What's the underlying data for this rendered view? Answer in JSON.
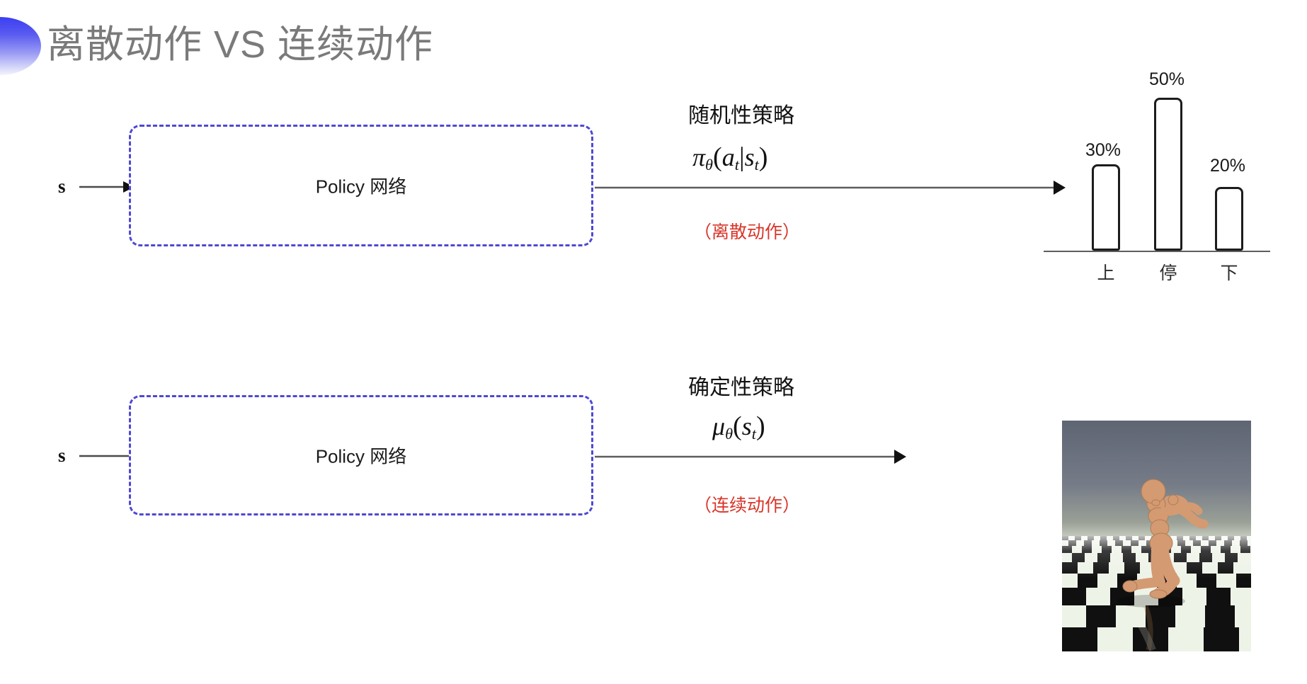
{
  "slide": {
    "title": "离散动作 VS 连续动作",
    "background": "#ffffff",
    "title_color": "#7a7a7a",
    "accent_gradient_from": "#3b3ef2",
    "accent_gradient_to": "#f3f3fd"
  },
  "rows": [
    {
      "id": "discrete",
      "input_label": "s",
      "box_label": "Policy 网络",
      "box_border_color": "#4f49d0",
      "policy_type": "随机性策略",
      "formula_plain": "πθ(at|st)",
      "formula": {
        "head": "π",
        "head_sub": "θ",
        "open": "(",
        "a": "a",
        "a_sub": "t",
        "bar": "|",
        "s": "s",
        "s_sub": "t",
        "close": ")"
      },
      "action_note": "（离散动作）",
      "action_note_color": "#d8352a"
    },
    {
      "id": "continuous",
      "input_label": "s",
      "box_label": "Policy 网络",
      "box_border_color": "#4f49d0",
      "policy_type": "确定性策略",
      "formula_plain": "μθ(st)",
      "formula": {
        "head": "μ",
        "head_sub": "θ",
        "open": "(",
        "s": "s",
        "s_sub": "t",
        "close": ")"
      },
      "action_note": "（连续动作）",
      "action_note_color": "#d8352a"
    }
  ],
  "chart_data": {
    "type": "bar",
    "title": "",
    "xlabel": "",
    "ylabel": "",
    "categories": [
      "上",
      "停",
      "下"
    ],
    "values": [
      30,
      50,
      20
    ],
    "value_labels": [
      "30%",
      "50%",
      "20%"
    ],
    "ylim": [
      0,
      60
    ],
    "grid": false,
    "legend": "none",
    "bar_fill": "#ffffff",
    "bar_stroke": "#1c1c1c",
    "axis_color": "#5d5d5d"
  },
  "sim_image": {
    "caption": "MuJoCo humanoid on checkerboard floor",
    "sky_color": "#6d7382",
    "floor_light": "#e8efe4",
    "floor_dark": "#111111",
    "body_color": "#d79a6e"
  }
}
